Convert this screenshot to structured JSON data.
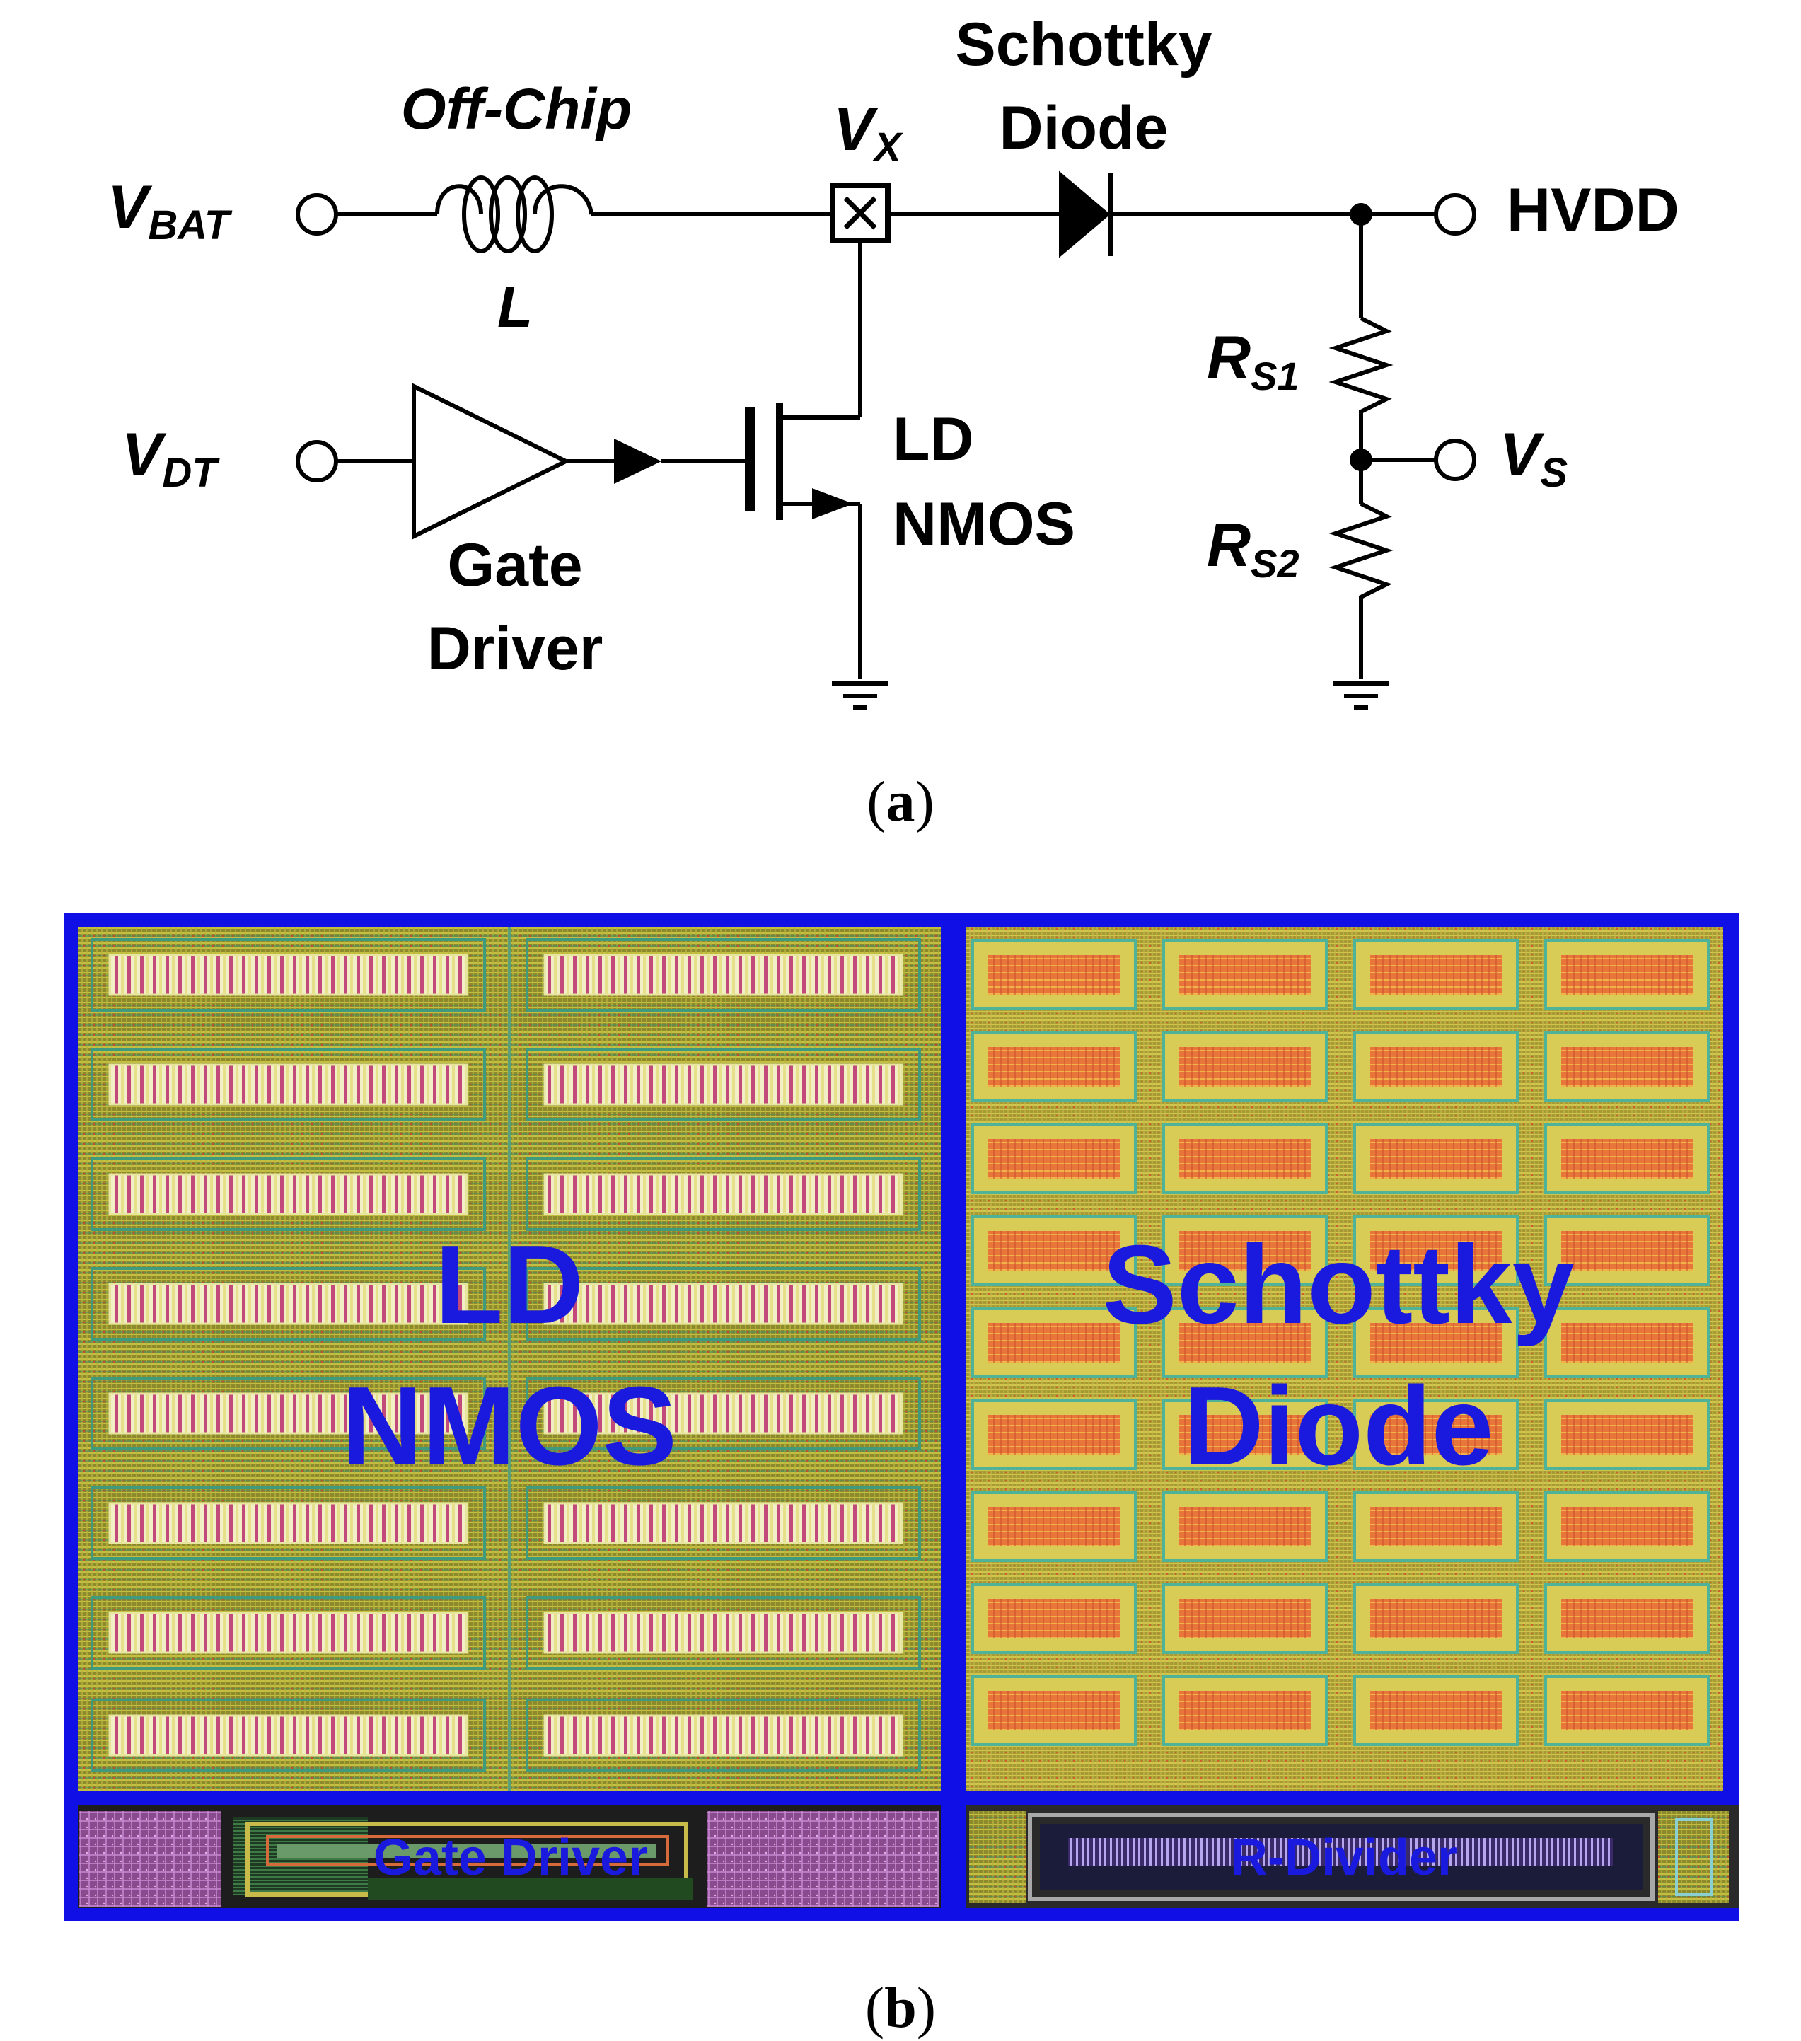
{
  "schematic": {
    "labels": {
      "vbat_main": "V",
      "vbat_sub": "BAT",
      "vdt_main": "V",
      "vdt_sub": "DT",
      "vx_main": "V",
      "vx_sub": "X",
      "inductor_top": "Off-Chip",
      "inductor_bottom": "L",
      "diode_line1": "Schottky",
      "diode_line2": "Diode",
      "hvdd": "HVDD",
      "rs1_main": "R",
      "rs1_sub": "S1",
      "rs2_main": "R",
      "rs2_sub": "S2",
      "vs_main": "V",
      "vs_sub": "S",
      "nmos_line1": "LD",
      "nmos_line2": "NMOS",
      "driver_line1": "Gate",
      "driver_line2": "Driver"
    },
    "caption": {
      "open": "(",
      "letter": "a",
      "close": ")"
    }
  },
  "layout": {
    "labels": {
      "nmos_line1": "LD",
      "nmos_line2": "NMOS",
      "diode_line1": "Schottky",
      "diode_line2": "Diode",
      "gate_driver": "Gate Driver",
      "r_divider": "R-Divider"
    },
    "label_color": "#1a1adf",
    "frame_color": "#1010e6",
    "caption": {
      "open": "(",
      "letter": "b",
      "close": ")"
    }
  }
}
